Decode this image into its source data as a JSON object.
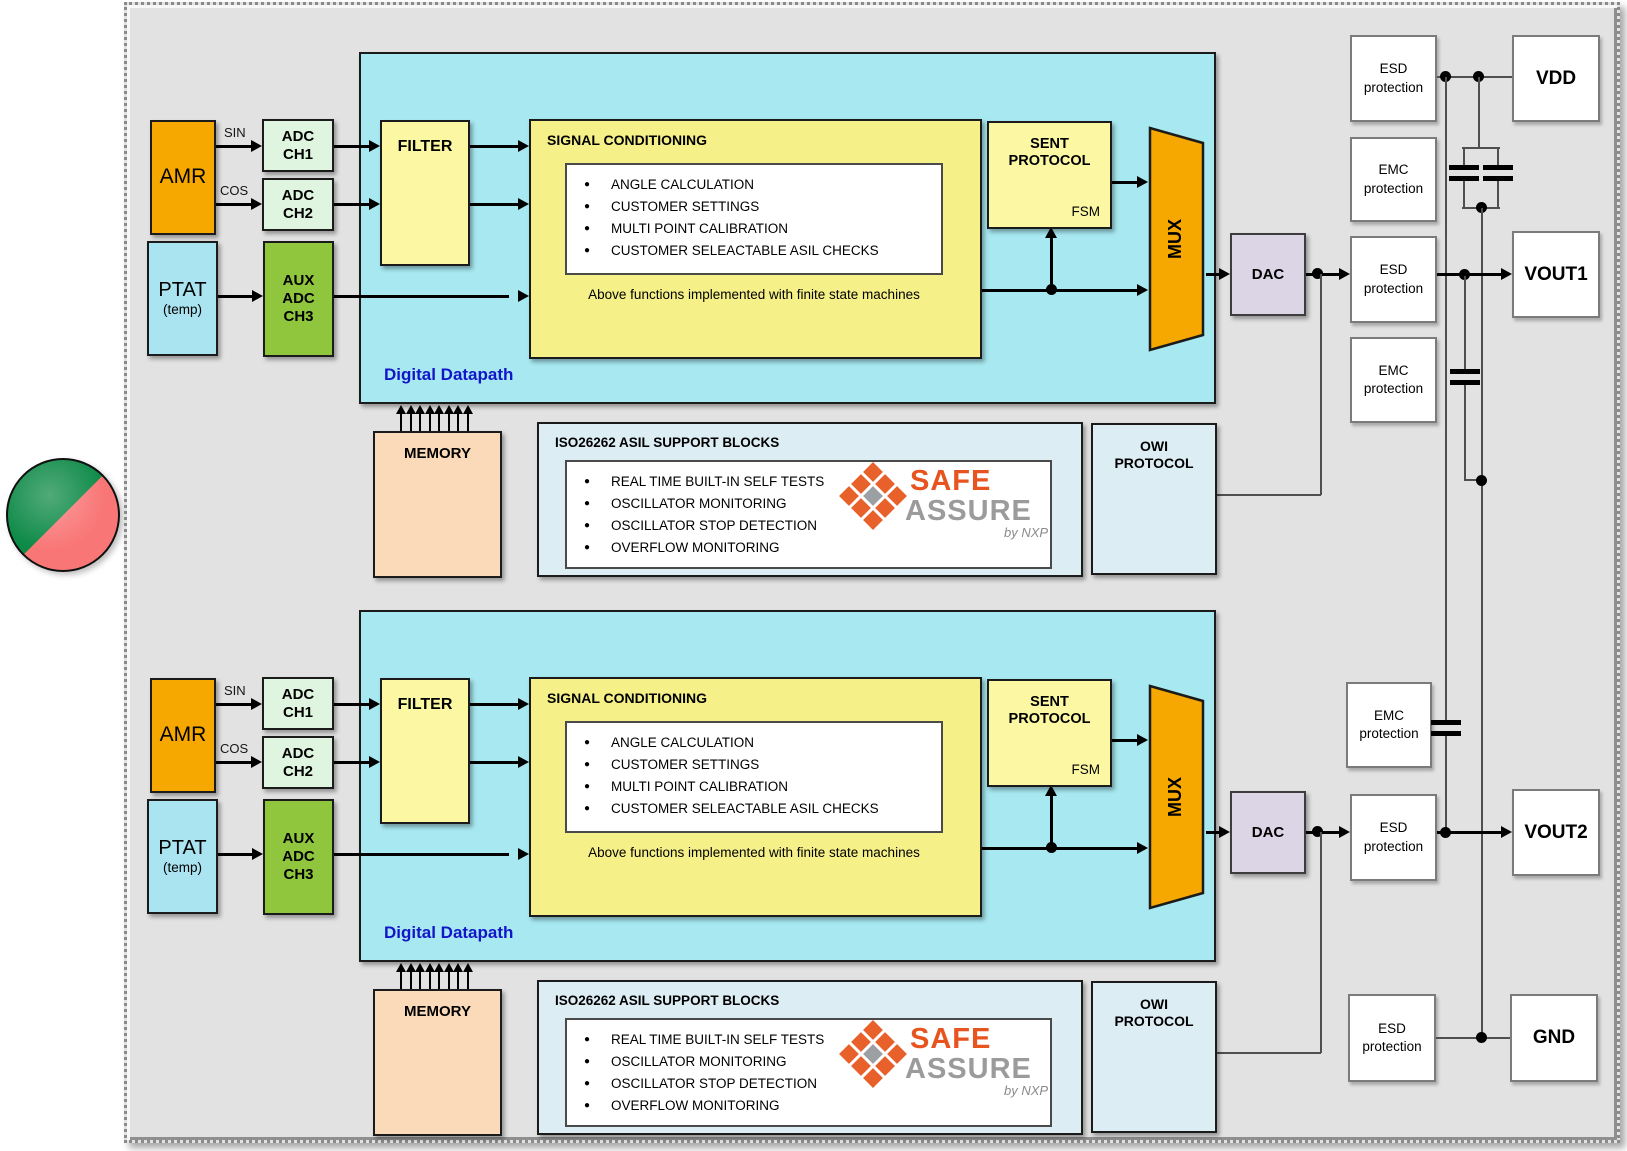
{
  "colors": {
    "frame_bg": "#e2e2e2",
    "datapath_cyan": "#A7E8F1",
    "block_yellow": "#FBF7A2",
    "sc_yellow": "#F5F088",
    "amr_orange": "#F6A800",
    "adc_green_light": "#DFF5DF",
    "aux_green": "#8FC63E",
    "ptat_blue": "#A9E4F0",
    "memory_peach": "#FBDAB9",
    "iso_blue": "#DDEDF4",
    "dac_lavender": "#DCD5E5",
    "datapath_label_blue": "#1216c8",
    "safeassure_orange": "#E8541F",
    "safeassure_gray": "#9B9B9B",
    "pie_green": "#0e8a47",
    "pie_red": "#f97676"
  },
  "channel": {
    "amr": "AMR",
    "sin": "SIN",
    "cos": "COS",
    "ptat": "PTAT",
    "ptat_sub": "(temp)",
    "adc_ch1": {
      "l1": "ADC",
      "l2": "CH1"
    },
    "adc_ch2": {
      "l1": "ADC",
      "l2": "CH2"
    },
    "aux_adc": {
      "l1": "AUX",
      "l2": "ADC",
      "l3": "CH3"
    },
    "filter": "FILTER",
    "datapath": "Digital Datapath",
    "sc": {
      "title": "SIGNAL CONDITIONING",
      "bullets": [
        "ANGLE CALCULATION",
        "CUSTOMER SETTINGS",
        "MULTI POINT CALIBRATION",
        "CUSTOMER SELEACTABLE ASIL CHECKS"
      ],
      "note": "Above functions implemented with finite state machines"
    },
    "sent": {
      "l1": "SENT",
      "l2": "PROTOCOL",
      "fsm": "FSM"
    },
    "mux": "MUX",
    "dac": "DAC",
    "memory": "MEMORY",
    "iso": {
      "title": "ISO26262 ASIL SUPPORT BLOCKS",
      "bullets": [
        "REAL TIME BUILT-IN SELF TESTS",
        "OSCILLATOR MONITORING",
        "OSCILLATOR STOP DETECTION",
        "OVERFLOW MONITORING"
      ]
    },
    "safeassure": {
      "word1": "SAFE",
      "word2": "ASSURE",
      "byline": "by NXP"
    },
    "owi": {
      "l1": "OWI",
      "l2": "PROTOCOL"
    }
  },
  "io": {
    "esd": "ESD",
    "emc": "EMC",
    "protection": "protection",
    "vdd": "VDD",
    "vout1": "VOUT1",
    "vout2": "VOUT2",
    "gnd": "GND"
  }
}
